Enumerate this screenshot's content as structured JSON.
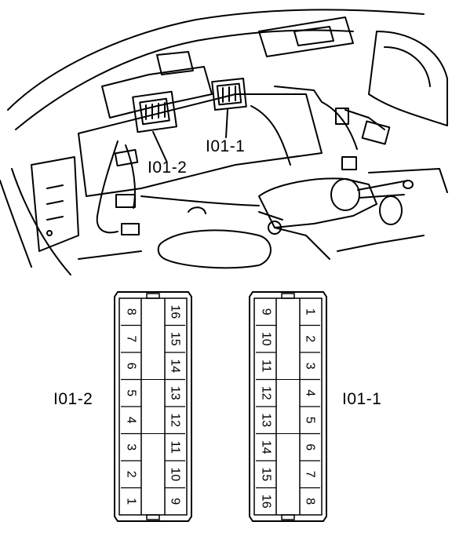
{
  "top_labels": {
    "connector_right": "I01-1",
    "connector_left": "I01-2"
  },
  "side_labels": {
    "left_connector": "I01-2",
    "right_connector": "I01-1"
  },
  "left_connector": {
    "col_left": [
      "8",
      "7",
      "6",
      "5",
      "4",
      "3",
      "2",
      "1"
    ],
    "col_right": [
      "16",
      "15",
      "14",
      "13",
      "12",
      "11",
      "10",
      "9"
    ]
  },
  "right_connector": {
    "col_left": [
      "9",
      "10",
      "11",
      "12",
      "13",
      "14",
      "15",
      "16"
    ],
    "col_right": [
      "1",
      "2",
      "3",
      "4",
      "5",
      "6",
      "7",
      "8"
    ]
  }
}
